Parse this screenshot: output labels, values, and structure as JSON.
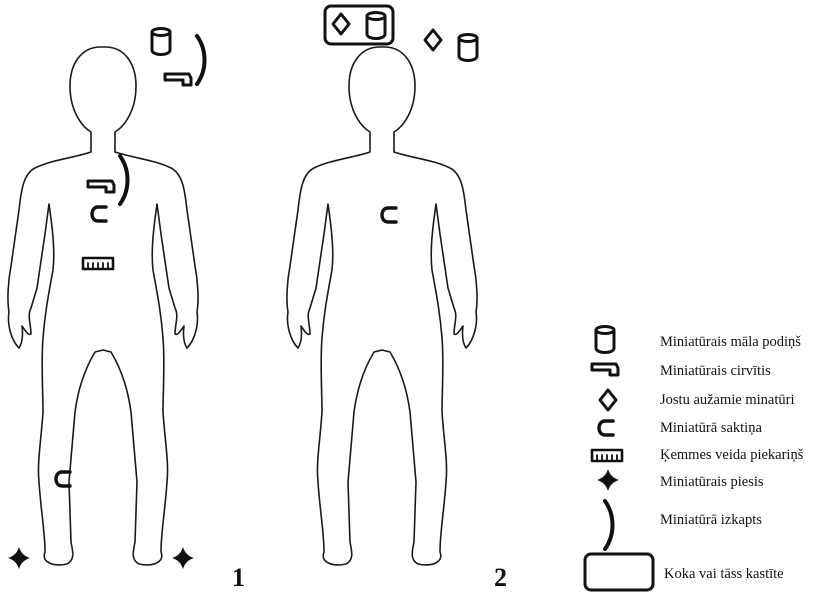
{
  "figures": [
    {
      "number": "1"
    },
    {
      "number": "2"
    }
  ],
  "legend": {
    "items": [
      {
        "symbol": "pot-icon",
        "label": "Miniatūrais māla podiņš"
      },
      {
        "symbol": "axe-icon",
        "label": "Miniatūrais cirvītis"
      },
      {
        "symbol": "diamond-icon",
        "label": "Jostu aužamie minatūri"
      },
      {
        "symbol": "brooch-icon",
        "label": "Miniatūrā saktiņa"
      },
      {
        "symbol": "comb-icon",
        "label": "Ķemmes veida piekariņš"
      },
      {
        "symbol": "flint-icon",
        "label": "Miniatūrais piesis"
      },
      {
        "symbol": "scythe-icon",
        "label": "Miniatūrā izkapts"
      },
      {
        "symbol": "box-icon",
        "label": "Koka vai tāss kastīte"
      }
    ]
  }
}
